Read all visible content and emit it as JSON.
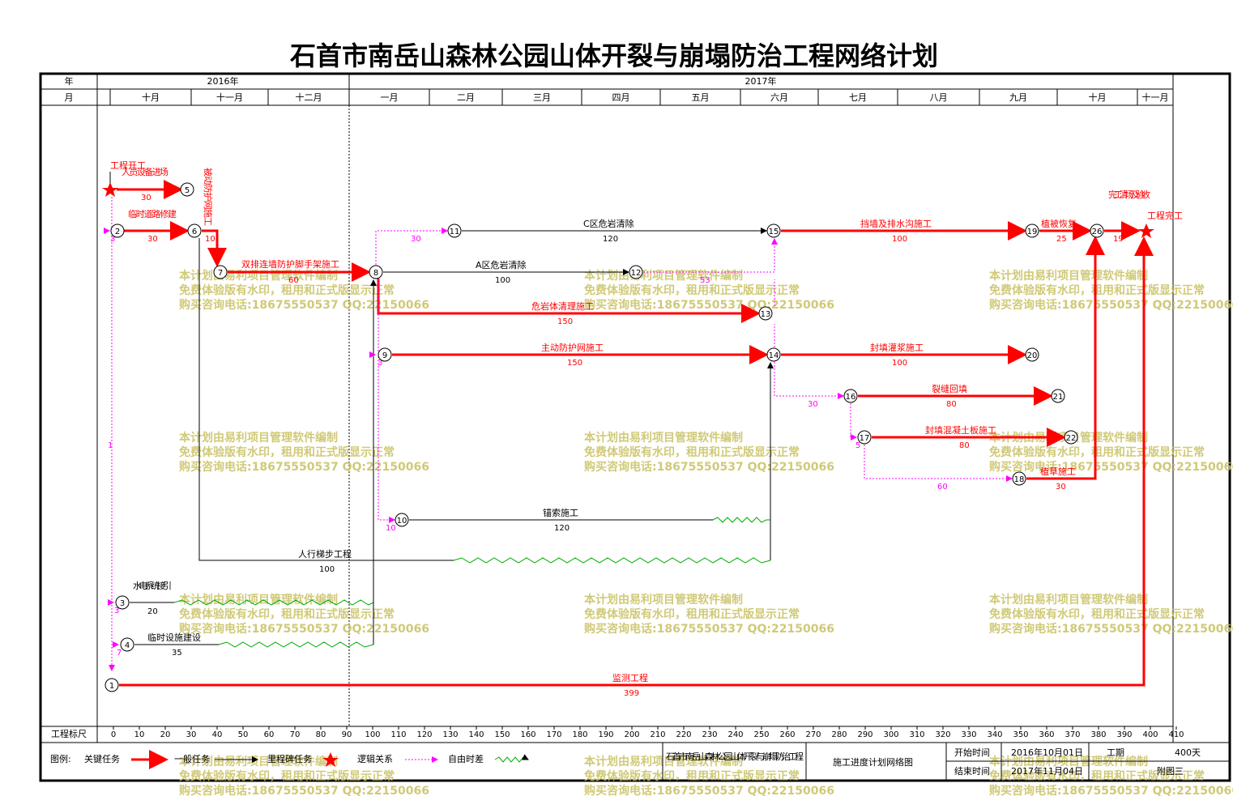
{
  "title": "石首市南岳山森林公园山体开裂与崩塌防治工程网络计划",
  "header": {
    "year_label": "年",
    "month_label": "月",
    "years": [
      "2016年",
      "2017年"
    ],
    "months": [
      "十月",
      "十一月",
      "十二月",
      "一月",
      "二月",
      "三月",
      "四月",
      "五月",
      "六月",
      "七月",
      "八月",
      "九月",
      "十月",
      "十一月"
    ]
  },
  "scale": {
    "label": "工程标尺",
    "ticks": [
      "0",
      "10",
      "20",
      "30",
      "40",
      "50",
      "60",
      "70",
      "80",
      "90",
      "100",
      "110",
      "120",
      "130",
      "140",
      "150",
      "160",
      "170",
      "180",
      "190",
      "200",
      "210",
      "220",
      "230",
      "240",
      "250",
      "260",
      "270",
      "280",
      "290",
      "300",
      "310",
      "320",
      "330",
      "340",
      "350",
      "360",
      "370",
      "380",
      "390",
      "400",
      "410"
    ]
  },
  "nodes": [
    "1",
    "2",
    "3",
    "4",
    "5",
    "6",
    "7",
    "8",
    "9",
    "10",
    "11",
    "12",
    "13",
    "14",
    "15",
    "16",
    "17",
    "18",
    "19",
    "20",
    "21",
    "22",
    "26"
  ],
  "activities": [
    {
      "name": "人员设备进场",
      "duration": "30"
    },
    {
      "name": "临时道路修建",
      "duration": "30"
    },
    {
      "name": "被动防护网施工",
      "duration": "10"
    },
    {
      "name": "双排连墙防护脚手架施工",
      "duration": "60"
    },
    {
      "name": "C区危岩清除",
      "duration": "120"
    },
    {
      "name": "A区危岩清除",
      "duration": "100"
    },
    {
      "name": "危岩体清理施工",
      "duration": "150"
    },
    {
      "name": "主动防护网施工",
      "duration": "150"
    },
    {
      "name": "挡墙及排水沟施工",
      "duration": "100"
    },
    {
      "name": "封填灌浆施工",
      "duration": "100"
    },
    {
      "name": "裂缝回填",
      "duration": "80"
    },
    {
      "name": "封填混凝土板施工",
      "duration": "80"
    },
    {
      "name": "植草施工",
      "duration": "30"
    },
    {
      "name": "植被恢复",
      "duration": "25"
    },
    {
      "name": "完工清场及验收",
      "duration": "19"
    },
    {
      "name": "锚索施工",
      "duration": "120"
    },
    {
      "name": "人行梯步工程",
      "duration": "100"
    },
    {
      "name": "水电系统接引",
      "duration": "20"
    },
    {
      "name": "临时设施建设",
      "duration": "35"
    },
    {
      "name": "监测工程",
      "duration": "399"
    }
  ],
  "floats": [
    "30",
    "53",
    "30",
    "60",
    "3",
    "3",
    "5",
    "10",
    "7",
    "1"
  ],
  "milestones": {
    "start": "工程开工",
    "end": "工程完工"
  },
  "watermark": {
    "line1": "本计划由易利项目管理软件编制",
    "line2": "免费体验版有水印，租用和正式版显示正常",
    "line3": "购买咨询电话:18675550537 QQ:22150066"
  },
  "legend": {
    "label": "图例:",
    "critical": "关键任务",
    "normal": "一般任务",
    "milestone": "里程碑任务",
    "logic": "逻辑关系",
    "float": "自由时差"
  },
  "footer": {
    "project_name": "石首市南岳山森林公园山体开裂与崩塌防治工程",
    "drawing_name": "施工进度计划网络图",
    "start_label": "开始时间",
    "start_value": "2016年10月01日",
    "end_label": "结束时间",
    "end_value": "2017年11月04日",
    "duration_label": "工期",
    "duration_value": "400天",
    "sheet": "附图三"
  },
  "colors": {
    "critical": "#ff0000",
    "normal": "#000000",
    "logic": "#ff00ff",
    "float": "#00aa00",
    "watermark": "#c8c060"
  }
}
